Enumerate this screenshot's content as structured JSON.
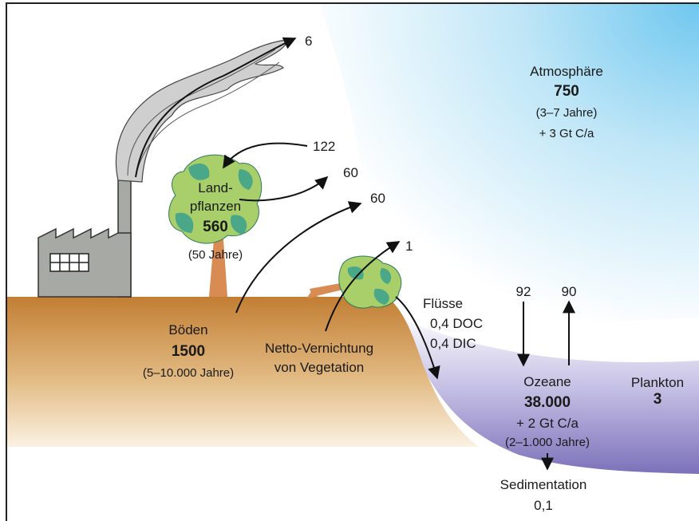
{
  "atmosphere": {
    "name": "Atmosphäre",
    "value": "750",
    "residence": "(3–7 Jahre)",
    "growth": "+ 3 Gt C/a"
  },
  "land_plants": {
    "name_line1": "Land-",
    "name_line2": "pflanzen",
    "value": "560",
    "residence": "(50 Jahre)"
  },
  "soils": {
    "name": "Böden",
    "value": "1500",
    "residence": "(5–10.000 Jahre)"
  },
  "deforestation": {
    "line1": "Netto-Vernichtung",
    "line2": "von Vegetation"
  },
  "rivers": {
    "name": "Flüsse",
    "doc": "0,4 DOC",
    "dic": "0,4 DIC"
  },
  "oceans": {
    "name": "Ozeane",
    "value": "38.000",
    "growth": "+ 2 Gt C/a",
    "residence": "(2–1.000 Jahre)"
  },
  "plankton": {
    "name": "Plankton",
    "value": "3"
  },
  "sedimentation": {
    "name": "Sedimentation",
    "value": "0,1"
  },
  "fluxes": {
    "fossil": "6",
    "photosynthesis": "122",
    "plant_respiration": "60",
    "soil_respiration": "60",
    "deforestation": "1",
    "ocean_uptake": "92",
    "ocean_release": "90"
  },
  "colors": {
    "sky": "#8ed3f2",
    "soil": "#c98a3e",
    "ocean": "#7f73bb",
    "tree_light": "#a9cf6b",
    "tree_dark": "#4aa889",
    "trunk": "#d88b52",
    "factory": "#a7aaa4",
    "smoke": "#c9c9c9",
    "text": "#1a1a1a"
  }
}
